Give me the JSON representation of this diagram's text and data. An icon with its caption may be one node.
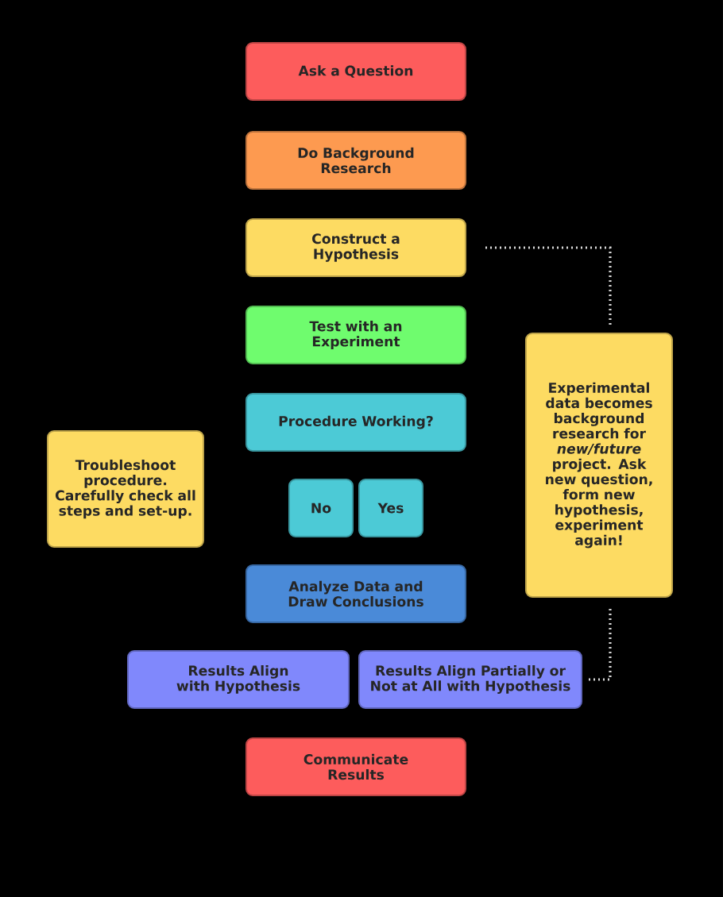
{
  "diagram": {
    "nodes": [
      {
        "text": [
          "Ask a Question"
        ]
      },
      {
        "text": [
          "Do Background Research"
        ]
      },
      {
        "text": [
          "Construct a Hypothesis"
        ]
      },
      {
        "text": [
          "Test with an Experiment"
        ]
      },
      {
        "text": [
          "Experimental data becomes background research for *new/future* project. Ask new question, form new hypothesis, experiment again!"
        ]
      },
      {
        "text": [
          "Procedure Working?"
        ]
      },
      {
        "text": [
          "Troubleshoot procedure. Carefully check all steps and set-up."
        ]
      },
      {
        "text": [
          "No"
        ]
      },
      {
        "text": [
          "Yes"
        ]
      },
      {
        "text": [
          "Analyze Data and Draw Conclusions"
        ]
      },
      {
        "text": [
          "Results Align with Hypothesis"
        ]
      },
      {
        "text": [
          "Results Align Partially or Not at All with Hypothesis"
        ]
      },
      {
        "text": [
          "Communicate Results"
        ]
      }
    ],
    "edges": [
      {
        "from": 11,
        "to": 4,
        "arrow": "none",
        "style": "dashed"
      },
      {
        "from": 4,
        "to": 2,
        "arrow": "none",
        "style": "dashed"
      }
    ]
  }
}
